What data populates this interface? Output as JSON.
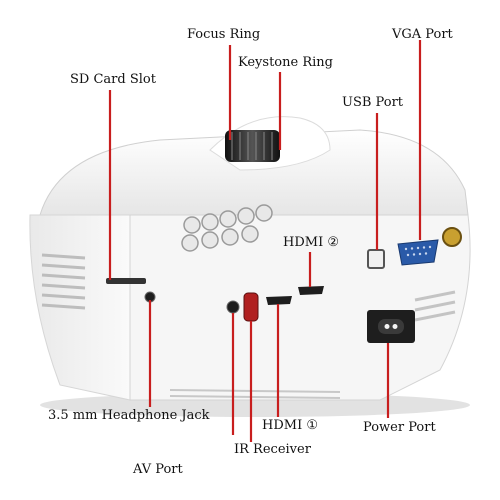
{
  "labels": {
    "focus_ring": "Focus Ring",
    "keystone_ring": "Keystone Ring",
    "vga_port": "VGA Port",
    "sd_card_slot": "SD Card Slot",
    "usb_port": "USB Port",
    "hdmi_2": "HDMI ②",
    "headphone_jack": "3.5 mm Headphone Jack",
    "hdmi_1": "HDMI ①",
    "power_port": "Power Port",
    "av_port": "AV Port",
    "ir_receiver": "IR Receiver"
  },
  "colors": {
    "leader_line": "#c81e1e",
    "body": "#f4f4f4",
    "port_dark": "#1e1e1e",
    "vga_blue": "#2a5aa8",
    "ir_red": "#b02020",
    "lens_gold": "#c9a030"
  }
}
